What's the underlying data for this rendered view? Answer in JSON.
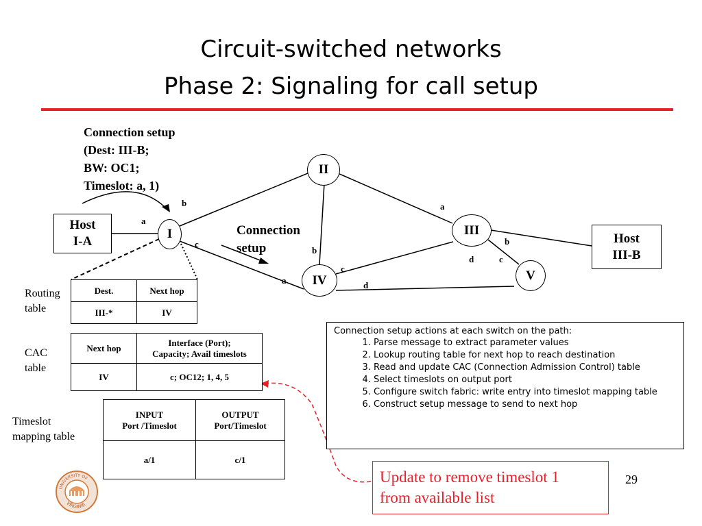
{
  "title": {
    "line1": "Circuit-switched networks",
    "line2": "Phase 2: Signaling for call setup"
  },
  "accent_color": "#e8202a",
  "setup_message": {
    "line1": "Connection setup",
    "line2": "(Dest: III-B;",
    "line3": "BW: OC1;",
    "line4": "Timeslot: a, 1)"
  },
  "connection_setup_label": {
    "line1": "Connection",
    "line2": "setup"
  },
  "hosts": {
    "host_ia": {
      "line1": "Host",
      "line2": "I-A"
    },
    "host_iiib": {
      "line1": "Host",
      "line2": "III-B"
    }
  },
  "nodes": {
    "i": "I",
    "ii": "II",
    "iii": "III",
    "iv": "IV",
    "v": "V"
  },
  "port_labels": {
    "i_a": "a",
    "i_b": "b",
    "i_c": "c",
    "ii_a": "a",
    "iii_b": "b",
    "iii_d": "d",
    "iii_c": "c",
    "iv_a": "a",
    "iv_b": "b",
    "iv_c": "c",
    "iv_d": "d"
  },
  "routing_table": {
    "side_label_line1": "Routing",
    "side_label_line2": "table",
    "headers": [
      "Dest.",
      "Next hop"
    ],
    "row": [
      "III-*",
      "IV"
    ]
  },
  "cac_table": {
    "side_label_line1": "CAC",
    "side_label_line2": "table",
    "header_col1": "Next hop",
    "header_col2_line1": "Interface (Port);",
    "header_col2_line2": "Capacity; Avail timeslots",
    "row": [
      "IV",
      "c; OC12; 1, 4, 5"
    ]
  },
  "timeslot_table": {
    "side_label_line1": "Timeslot",
    "side_label_line2": "mapping table",
    "header_col1_line1": "INPUT",
    "header_col1_line2": "Port /Timeslot",
    "header_col2_line1": "OUTPUT",
    "header_col2_line2": "Port/Timeslot",
    "row": [
      "a/1",
      "c/1"
    ]
  },
  "actions": {
    "header": "Connection setup actions at each switch on the path:",
    "steps": [
      "Parse message to extract parameter values",
      "Lookup routing table for next hop to reach destination",
      "Read and update CAC (Connection Admission Control) table",
      "Select timeslots on output port",
      "Configure switch fabric: write entry into timeslot mapping table",
      "Construct setup message to send to next hop"
    ]
  },
  "note": {
    "line1": "Update to remove timeslot 1",
    "line2": "from available list"
  },
  "logo": {
    "top_text": "UNIVERSITY OF",
    "bottom_text": "VIRGINIA",
    "icon": "university-seal-icon"
  },
  "page_number": "29"
}
